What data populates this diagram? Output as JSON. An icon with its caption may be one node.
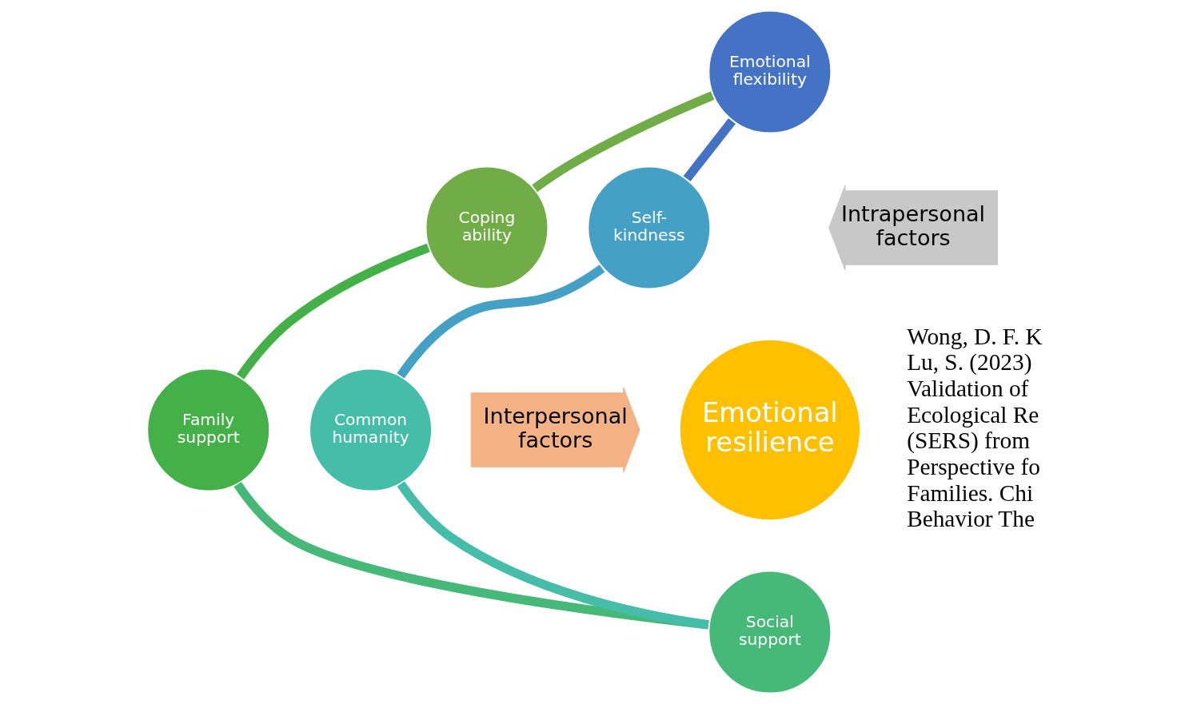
{
  "diagram": {
    "nodes": [
      {
        "text": [
          "Emotional flexibility"
        ]
      },
      {
        "text": [
          "Coping ability"
        ]
      },
      {
        "text": [
          "Self- kindness"
        ]
      },
      {
        "text": [
          "Emotional resilience"
        ]
      },
      {
        "text": [
          "Intrapersonal factors"
        ]
      },
      {
        "text": [
          "Family support"
        ]
      },
      {
        "text": [
          "Common humanity"
        ]
      },
      {
        "text": [
          "Interpersonal factors"
        ]
      },
      {
        "text": [
          "Social support"
        ]
      }
    ],
    "edges": [
      {
        "from": 0,
        "to": 1,
        "arrow": "none",
        "color": "#70ad47"
      },
      {
        "from": 0,
        "to": 2,
        "arrow": "none",
        "color": "#4472c4"
      },
      {
        "from": 1,
        "to": 5,
        "arrow": "none",
        "color": "#44b048"
      },
      {
        "from": 2,
        "to": 6,
        "arrow": "none",
        "color": "#44a0c4"
      },
      {
        "from": 5,
        "to": 8,
        "arrow": "none",
        "color": "#46b878"
      },
      {
        "from": 6,
        "to": 8,
        "arrow": "none",
        "color": "#45bda8"
      }
    ],
    "labels": [
      "Wong, D. F. K",
      "Lu, S. (2023)",
      "Validation of",
      "Ecological Re",
      "(SERS) from",
      "Perspective fo",
      "Families. Chi",
      "Behavior The"
    ]
  }
}
